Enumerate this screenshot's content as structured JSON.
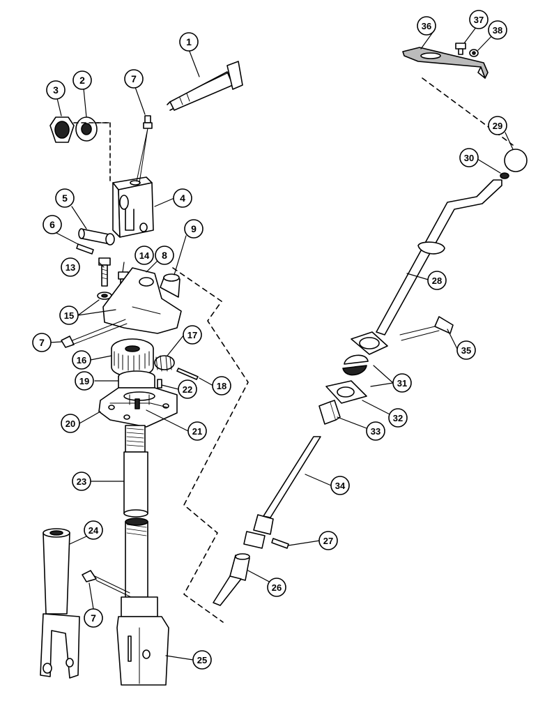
{
  "diagram": {
    "callouts": [
      {
        "id": "c1",
        "label": "1"
      },
      {
        "id": "c2",
        "label": "2"
      },
      {
        "id": "c3",
        "label": "3"
      },
      {
        "id": "c4",
        "label": "4"
      },
      {
        "id": "c5",
        "label": "5"
      },
      {
        "id": "c6",
        "label": "6"
      },
      {
        "id": "c7a",
        "label": "7"
      },
      {
        "id": "c7b",
        "label": "7"
      },
      {
        "id": "c7c",
        "label": "7"
      },
      {
        "id": "c8",
        "label": "8"
      },
      {
        "id": "c9",
        "label": "9"
      },
      {
        "id": "c13",
        "label": "13"
      },
      {
        "id": "c14",
        "label": "14"
      },
      {
        "id": "c15",
        "label": "15"
      },
      {
        "id": "c16",
        "label": "16"
      },
      {
        "id": "c17",
        "label": "17"
      },
      {
        "id": "c18",
        "label": "18"
      },
      {
        "id": "c19",
        "label": "19"
      },
      {
        "id": "c20",
        "label": "20"
      },
      {
        "id": "c21",
        "label": "21"
      },
      {
        "id": "c22",
        "label": "22"
      },
      {
        "id": "c23",
        "label": "23"
      },
      {
        "id": "c24",
        "label": "24"
      },
      {
        "id": "c25",
        "label": "25"
      },
      {
        "id": "c26",
        "label": "26"
      },
      {
        "id": "c27",
        "label": "27"
      },
      {
        "id": "c28",
        "label": "28"
      },
      {
        "id": "c29",
        "label": "29"
      },
      {
        "id": "c30",
        "label": "30"
      },
      {
        "id": "c31",
        "label": "31"
      },
      {
        "id": "c32",
        "label": "32"
      },
      {
        "id": "c33",
        "label": "33"
      },
      {
        "id": "c34",
        "label": "34"
      },
      {
        "id": "c35",
        "label": "35"
      },
      {
        "id": "c36",
        "label": "36"
      },
      {
        "id": "c37",
        "label": "37"
      },
      {
        "id": "c38",
        "label": "38"
      }
    ]
  }
}
